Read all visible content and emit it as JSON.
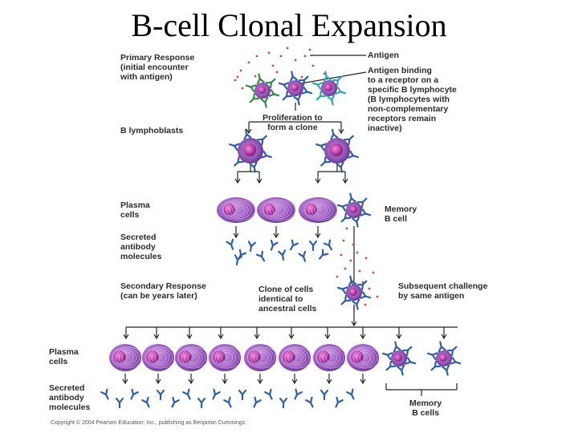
{
  "title": "B-cell Clonal Expansion",
  "labels": {
    "primary_response": "Primary Response\n(initial encounter\nwith antigen)",
    "antigen": "Antigen",
    "antigen_binding": "Antigen binding\nto a receptor on a\nspecific B lymphocyte\n(B lymphocytes with\nnon-complementary\nreceptors remain\ninactive)",
    "proliferation": "Proliferation to\nform a clone",
    "b_lymphoblasts": "B lymphoblasts",
    "plasma_cells_1": "Plasma\ncells",
    "memory_b_cell": "Memory\nB cell",
    "secreted_1": "Secreted\nantibody\nmolecules",
    "secondary_response": "Secondary Response\n(can be years later)",
    "clone_cells": "Clone of cells\nidentical to\nancestral cells",
    "subsequent_challenge": "Subsequent challenge\nby same antigen",
    "plasma_cells_2": "Plasma\ncells",
    "secreted_2": "Secreted\nantibody\nmolecules",
    "memory_b_cells": "Memory\nB cells",
    "copyright": "Copyright © 2004 Pearson Education, Inc., publishing as Benjamin Cummings"
  },
  "colors": {
    "cell_fill": "#8a4fb0",
    "nucleus": "#c23fb0",
    "receptor_blue": "#2d5fa8",
    "receptor_cyan": "#2aa7b8",
    "receptor_green": "#2f8a4a",
    "antigen_dot": "#d94040",
    "line": "#222222"
  }
}
